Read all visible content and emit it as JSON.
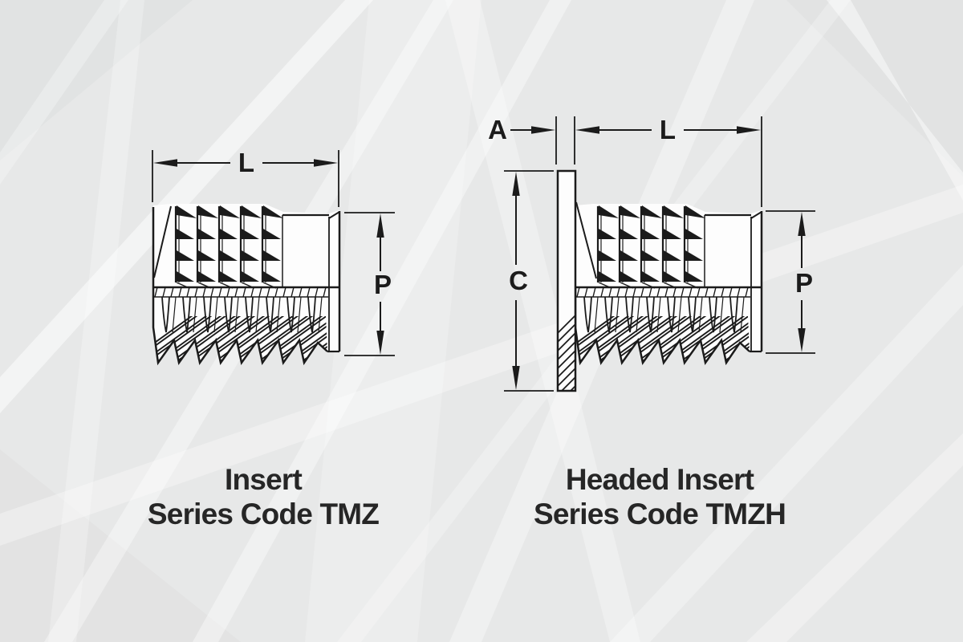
{
  "colors": {
    "background": "#e7e8e8",
    "line_art": "#1b1b1b",
    "caption_text": "#262626",
    "drawing_fill": "#fdfdfd"
  },
  "tmz": {
    "caption": [
      "Insert",
      "Series Code TMZ"
    ],
    "labels": {
      "L": "L",
      "P": "P"
    }
  },
  "tmzh": {
    "caption": [
      "Headed Insert",
      "Series Code TMZH"
    ],
    "labels": {
      "A": "A",
      "L": "L",
      "C": "C",
      "P": "P"
    }
  }
}
